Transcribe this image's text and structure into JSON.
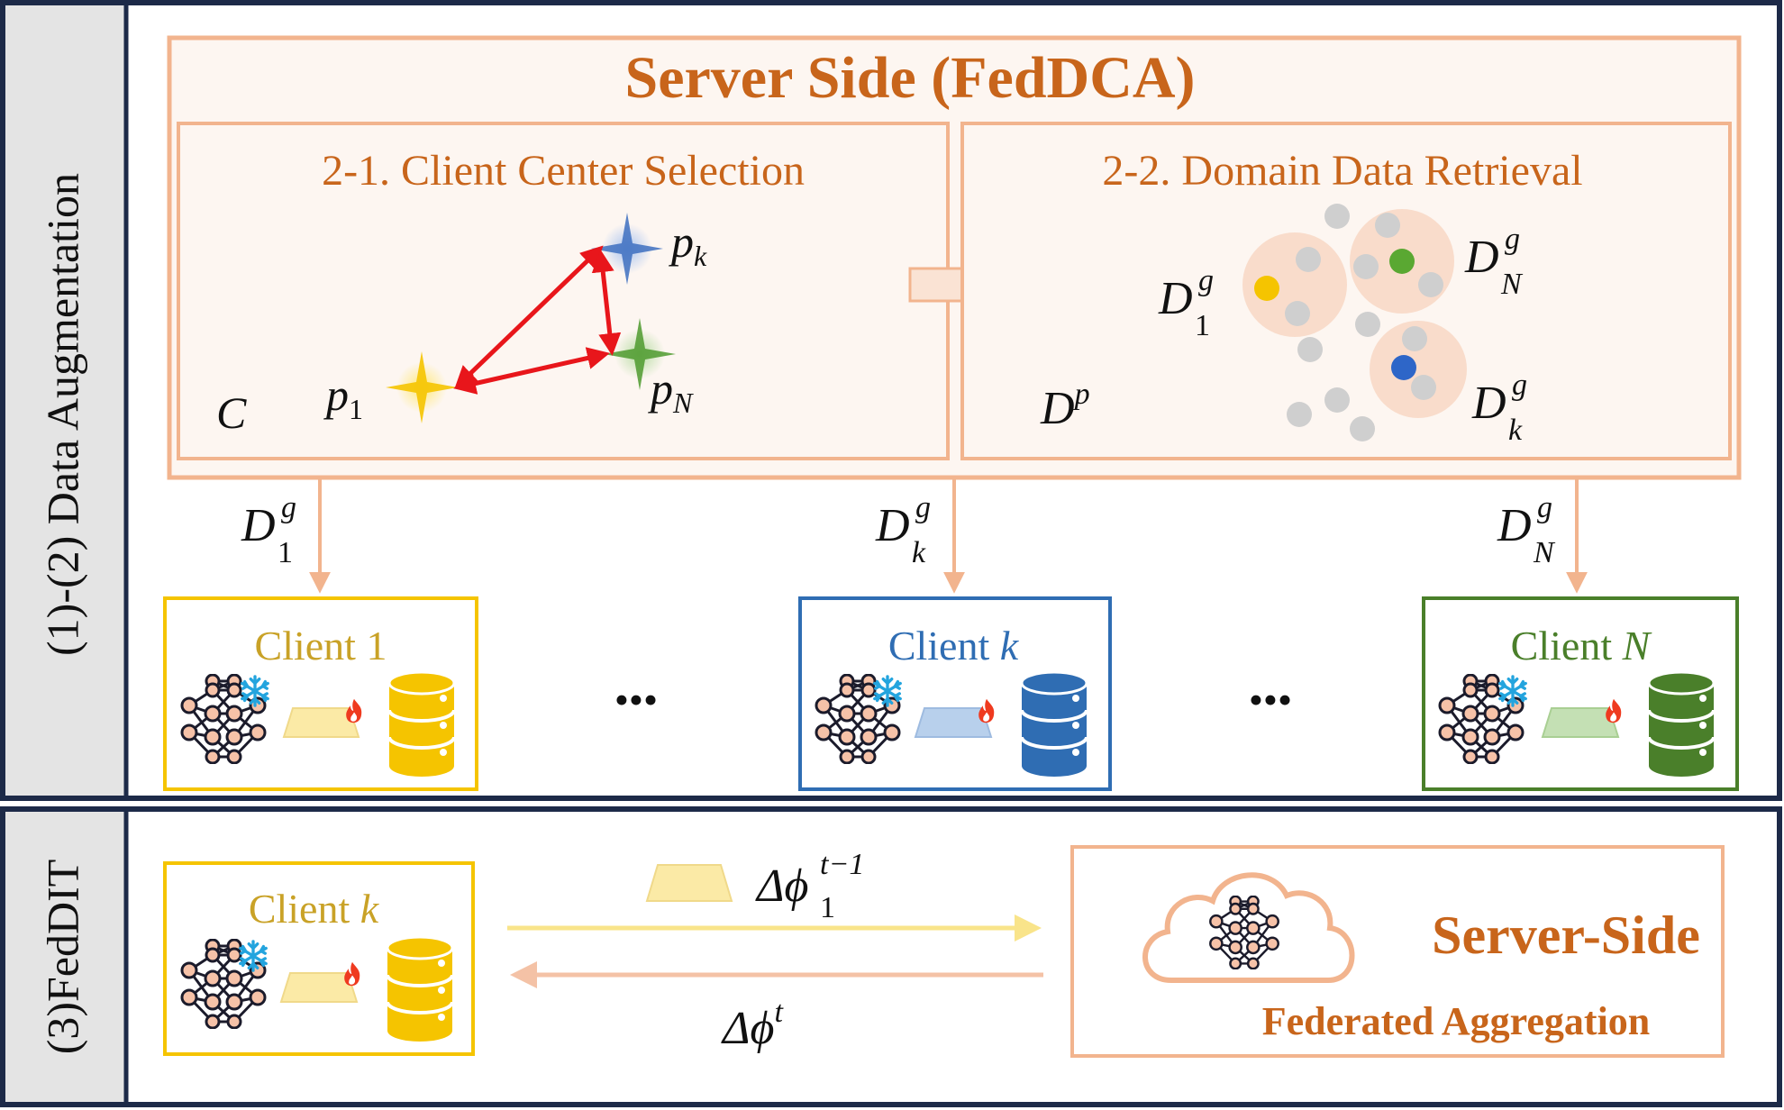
{
  "sections": {
    "augmentation_label": "(1)-(2) Data Augmentation",
    "feddit_label": "(3)FedDIT"
  },
  "server": {
    "title": "Server Side (FedDCA)",
    "panel_selection": {
      "title": "2-1. Client Center Selection",
      "set_symbol": "C",
      "points": [
        {
          "id": "p1",
          "base": "p",
          "sub": "1",
          "color": "#f5c400"
        },
        {
          "id": "pk",
          "base": "p",
          "sub": "k",
          "color": "#3d6fc0"
        },
        {
          "id": "pN",
          "base": "p",
          "sub": "N",
          "color": "#4e9a2e"
        }
      ]
    },
    "panel_retrieval": {
      "title": "2-2. Domain Data Retrieval",
      "public_base": "D",
      "public_sup": "p",
      "domain_sets": [
        {
          "id": "D1",
          "base": "D",
          "sub": "1",
          "sup": "g",
          "center_color": "#f5c400"
        },
        {
          "id": "DN",
          "base": "D",
          "sub": "N",
          "sup": "g",
          "center_color": "#5aa832"
        },
        {
          "id": "Dk",
          "base": "D",
          "sub": "k",
          "sup": "g",
          "center_color": "#2e66c8"
        }
      ]
    }
  },
  "downlinks": [
    {
      "base": "D",
      "sub": "1",
      "sup": "g"
    },
    {
      "base": "D",
      "sub": "k",
      "sup": "g"
    },
    {
      "base": "D",
      "sub": "N",
      "sup": "g"
    }
  ],
  "clients": [
    {
      "name": "Client ",
      "var": "1",
      "italic_var": false,
      "border": "#f5c400",
      "text_color": "#c9a227",
      "adapter": "#fbeaa6",
      "db": "#f5c400"
    },
    {
      "name": "Client ",
      "var": "k",
      "italic_var": true,
      "border": "#2f6db3",
      "text_color": "#2f6db3",
      "adapter": "#b8d0ec",
      "db": "#2f6db3"
    },
    {
      "name": "Client ",
      "var": "N",
      "italic_var": true,
      "border": "#4a7f2a",
      "text_color": "#4a7f2a",
      "adapter": "#c4e0b4",
      "db": "#4a7f2a"
    }
  ],
  "ellipsis": "•••",
  "feddit": {
    "client": {
      "name": "Client ",
      "var": "k",
      "border": "#f5c400",
      "text_color": "#c9a227",
      "adapter": "#fbeaa6",
      "db": "#f5c400"
    },
    "upload": {
      "base": "Δϕ",
      "sub": "1",
      "sup": "t−1"
    },
    "download": {
      "base": "Δϕ",
      "sup": "t"
    },
    "server_title": "Server-Side",
    "server_subtitle": "Federated Aggregation"
  },
  "colors": {
    "panel_border": "#f2b48e",
    "panel_fill": "#fdf6f1",
    "orange_text": "#c8651b",
    "frame": "#1d2a48",
    "arrow_red": "#e8161b",
    "upload_arrow": "#f9e48a",
    "download_arrow": "#f4c2a6"
  }
}
